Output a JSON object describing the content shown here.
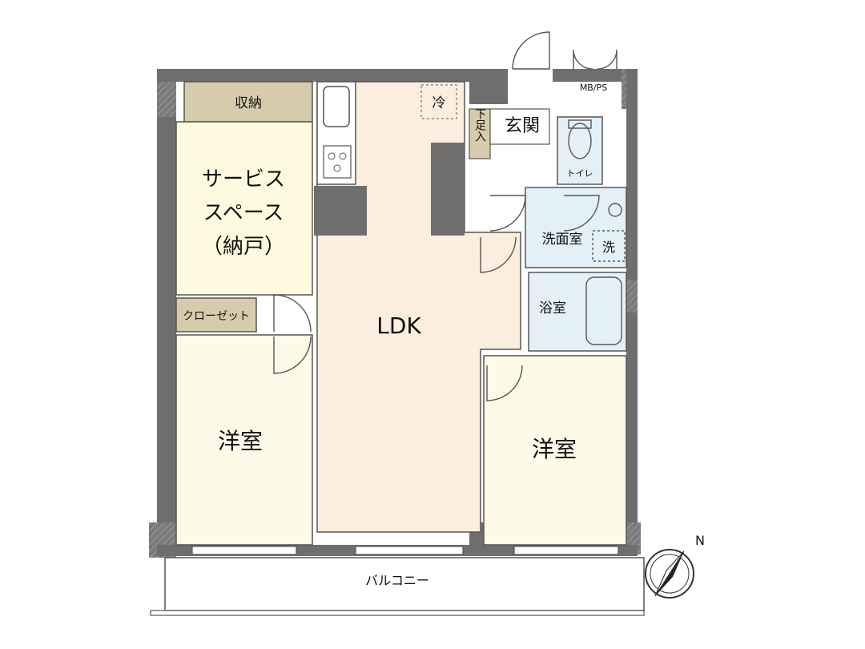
{
  "rooms": {
    "storage_top": "収納",
    "service_space_line1": "サービス",
    "service_space_line2": "スペース",
    "service_space_line3": "（納戸）",
    "closet": "クローゼット",
    "ldk": "LDK",
    "western_room_left": "洋室",
    "western_room_right": "洋室",
    "entrance": "玄関",
    "shoe_storage": "下足入",
    "toilet": "トイレ",
    "washroom": "洗面室",
    "washer": "洗",
    "bathroom": "浴室",
    "fridge": "冷",
    "mbps": "MB/PS",
    "balcony": "バルコニー"
  },
  "compass": {
    "north_label": "N"
  },
  "colors": {
    "wall": "#6e6e6e",
    "storage": "#d6ccab",
    "service_space": "#fdfadf",
    "closet": "#d6ccab",
    "ldk": "#fbeede",
    "western_room": "#fdfbe7",
    "wet_area": "#e4f0f8",
    "kitchen_block": "#ffffff"
  }
}
